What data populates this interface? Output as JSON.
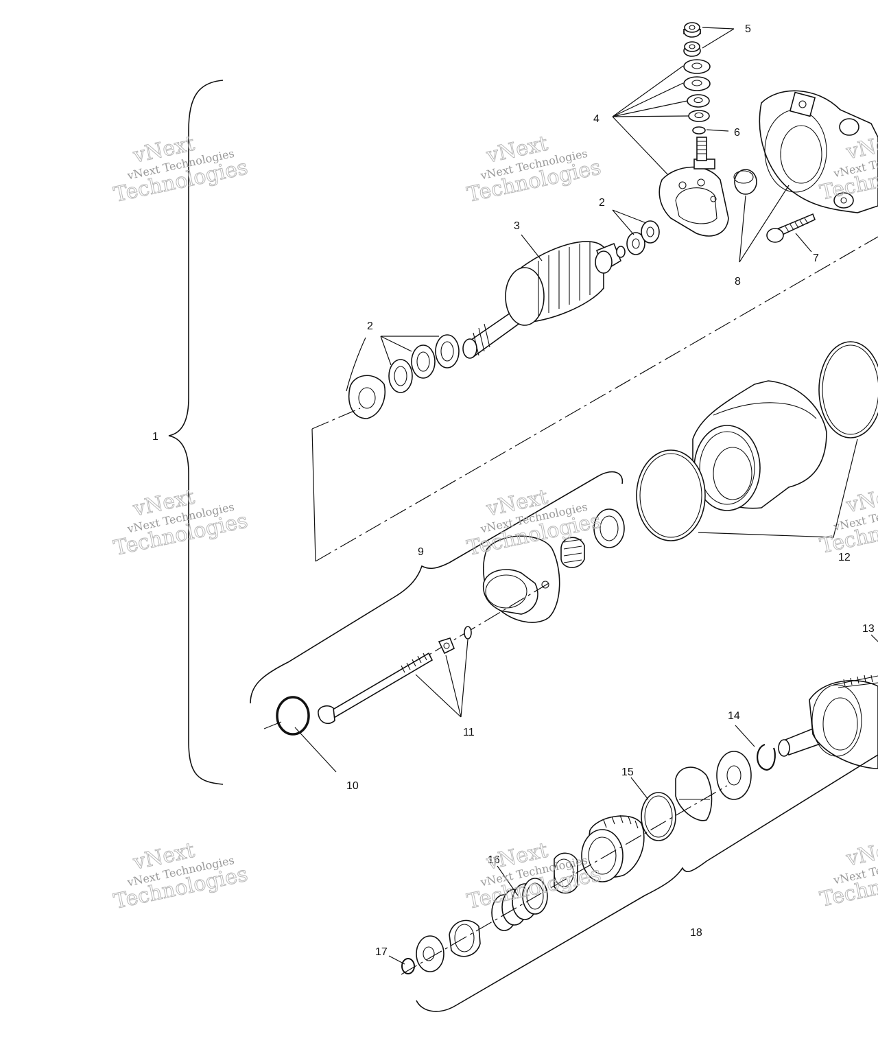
{
  "callouts": {
    "c1": "1",
    "c2a": "2",
    "c2b": "2",
    "c3": "3",
    "c4": "4",
    "c5": "5",
    "c6": "6",
    "c7": "7",
    "c8": "8",
    "c9": "9",
    "c10": "10",
    "c11": "11",
    "c12": "12",
    "c13": "13",
    "c14": "14",
    "c15": "15",
    "c16": "16",
    "c17": "17",
    "c18": "18"
  },
  "watermark": {
    "brand_small": "vNext Technologies",
    "brand_large": "vNext",
    "brand_large2": "Technologies"
  }
}
